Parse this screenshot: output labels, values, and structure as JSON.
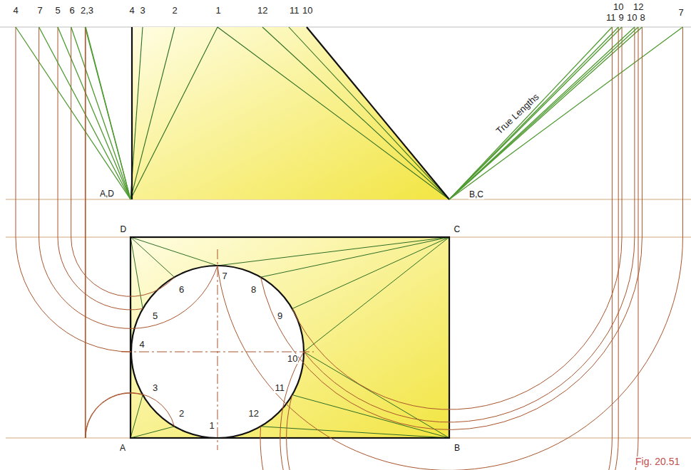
{
  "diagram": {
    "caption": "Fig. 20.51",
    "labels": [
      "4",
      "7",
      "5",
      "6",
      "2,3",
      "4",
      "3",
      "2",
      "1",
      "12",
      "11",
      "10",
      "10",
      "12",
      "11",
      "9",
      "10",
      "8",
      "7",
      "True Lengths",
      "A,D",
      "B,C",
      "D",
      "C",
      "A",
      "B",
      "1",
      "2",
      "3",
      "4",
      "5",
      "6",
      "7",
      "8",
      "9",
      "10",
      "11",
      "12"
    ]
  }
}
